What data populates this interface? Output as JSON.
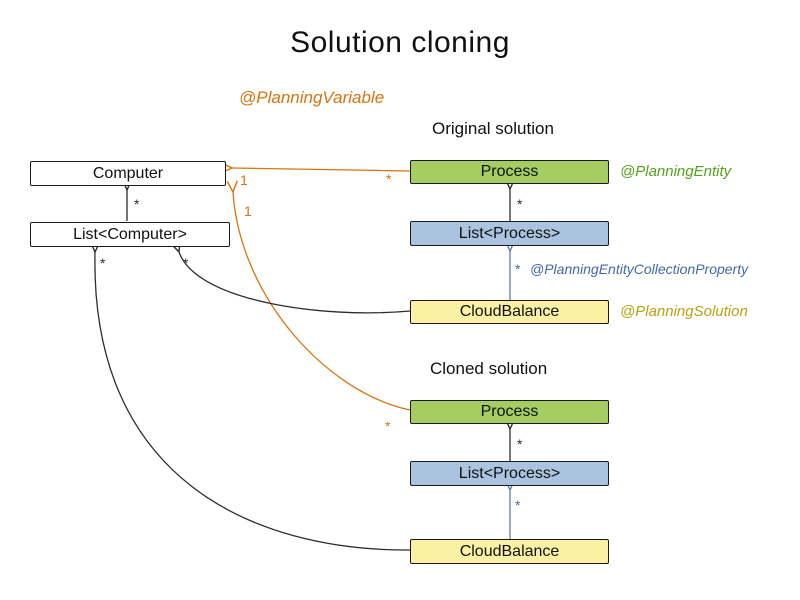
{
  "title": "Solution cloning",
  "sections": {
    "original": "Original solution",
    "cloned": "Cloned solution"
  },
  "labels": {
    "planning_variable": "@PlanningVariable",
    "planning_entity": "@PlanningEntity",
    "planning_entity_collection_property": "@PlanningEntityCollectionProperty",
    "planning_solution": "@PlanningSolution"
  },
  "boxes": {
    "computer": {
      "label": "Computer"
    },
    "list_computer": {
      "label": "List<Computer>"
    },
    "process_original": {
      "label": "Process"
    },
    "list_process_original": {
      "label": "List<Process>"
    },
    "cloudbalance_original": {
      "label": "CloudBalance"
    },
    "process_cloned": {
      "label": "Process"
    },
    "list_process_cloned": {
      "label": "List<Process>"
    },
    "cloudbalance_cloned": {
      "label": "CloudBalance"
    }
  },
  "multiplicities": {
    "list_computer_to_computer": "*",
    "process_original_to_computer_source": "*",
    "process_original_to_computer_target": "1",
    "process_cloned_to_computer_source": "*",
    "process_cloned_to_computer_target": "1",
    "list_process_original_to_process": "*",
    "cloudbalance_original_to_list_process": "*",
    "cloudbalance_original_to_list_computer": "*",
    "cloudbalance_cloned_to_list_computer": "*",
    "list_process_cloned_to_process": "*",
    "cloudbalance_cloned_to_list_process": "*"
  },
  "colors": {
    "process_fill": "#a5ce62",
    "list_process_fill": "#aac4e0",
    "cloudbalance_fill": "#faf1a4",
    "plain_fill": "#ffffff",
    "box_border": "#1a1a1a",
    "orange": "#d9730d",
    "green_text": "#53a318",
    "blue_text": "#4268a8",
    "gold_text": "#b9a112",
    "arrow_black": "#2d2d2d",
    "arrow_blue": "#5f7fb2"
  }
}
